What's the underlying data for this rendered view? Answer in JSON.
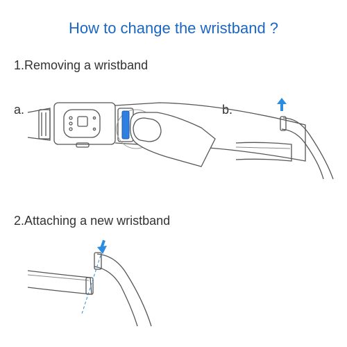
{
  "title": "How to change the wristband ?",
  "steps": {
    "step1": "1.Removing a wristband",
    "step2": "2.Attaching a new wristband"
  },
  "sublabels": {
    "a": "a.",
    "b": "b."
  },
  "colors": {
    "title": "#1a66c2",
    "accent_blue": "#2f7fe0",
    "arrow_blue": "#2a8de0",
    "line": "#555555"
  }
}
